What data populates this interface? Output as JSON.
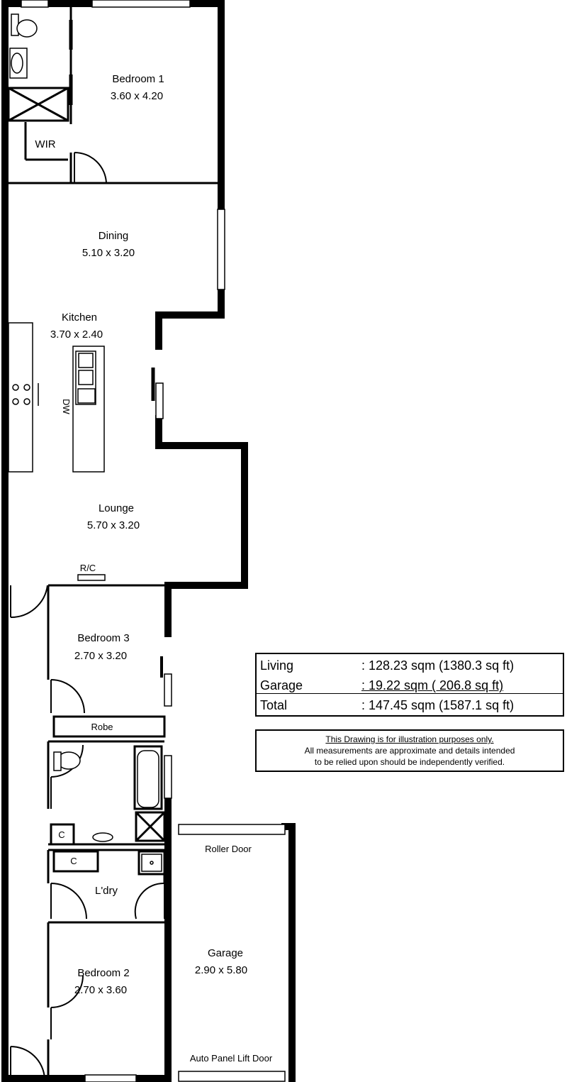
{
  "rooms": {
    "bedroom1": {
      "name": "Bedroom 1",
      "size": "3.60 x 4.20"
    },
    "wir": {
      "name": "WIR"
    },
    "dining": {
      "name": "Dining",
      "size": "5.10 x 3.20"
    },
    "kitchen": {
      "name": "Kitchen",
      "size": "3.70 x 2.40"
    },
    "lounge": {
      "name": "Lounge",
      "size": "5.70 x 3.20"
    },
    "bedroom3": {
      "name": "Bedroom 3",
      "size": "2.70 x 3.20"
    },
    "robe": {
      "name": "Robe"
    },
    "laundry": {
      "name": "L'dry"
    },
    "bedroom2": {
      "name": "Bedroom 2",
      "size": "2.70 x 3.60"
    },
    "garage": {
      "name": "Garage",
      "size": "2.90 x 5.80"
    }
  },
  "fixtures": {
    "dw": "DW",
    "rc": "R/C",
    "cupboard1": "C",
    "cupboard2": "C",
    "roller_door": "Roller Door",
    "lift_door": "Auto Panel Lift Door"
  },
  "areas": [
    {
      "name": "Living",
      "value": ": 128.23 sqm (1380.3 sq ft)"
    },
    {
      "name": "Garage",
      "value": ":  19.22 sqm (  206.8 sq ft)"
    },
    {
      "name": "Total",
      "value": ": 147.45 sqm (1587.1 sq ft)"
    }
  ],
  "disclaimer": {
    "line1": "This Drawing is for illustration purposes only.",
    "line2": "All measurements are approximate and details intended",
    "line3": "to be relied upon should be independently verified."
  }
}
